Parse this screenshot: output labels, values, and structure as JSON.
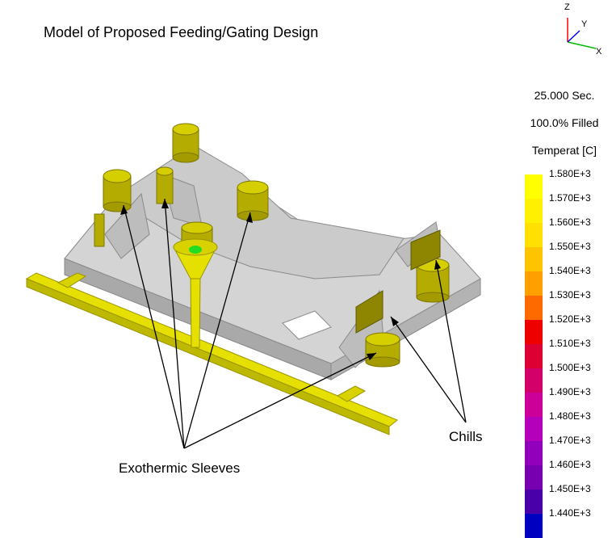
{
  "title": "Model of Proposed Feeding/Gating Design",
  "axes": {
    "z": "Z",
    "y": "Y",
    "x": "X"
  },
  "info": {
    "time": "25.000 Sec.",
    "filled": "100.0% Filled",
    "field": "Temperat [C]"
  },
  "legend": {
    "entries": [
      {
        "value": "1.580E+3",
        "color": "#ffff00"
      },
      {
        "value": "1.570E+3",
        "color": "#fff000"
      },
      {
        "value": "1.560E+3",
        "color": "#ffe000"
      },
      {
        "value": "1.550E+3",
        "color": "#ffc400"
      },
      {
        "value": "1.540E+3",
        "color": "#ffa000"
      },
      {
        "value": "1.530E+3",
        "color": "#ff6a00"
      },
      {
        "value": "1.520E+3",
        "color": "#ee0000"
      },
      {
        "value": "1.510E+3",
        "color": "#dd0033"
      },
      {
        "value": "1.500E+3",
        "color": "#d4006a"
      },
      {
        "value": "1.490E+3",
        "color": "#cc0099"
      },
      {
        "value": "1.480E+3",
        "color": "#b400bb"
      },
      {
        "value": "1.470E+3",
        "color": "#9200bb"
      },
      {
        "value": "1.460E+3",
        "color": "#7700b0"
      },
      {
        "value": "1.450E+3",
        "color": "#4a00a8"
      },
      {
        "value": "1.440E+3",
        "color": "#0000c0"
      }
    ]
  },
  "annotations": {
    "sleeves": "Exothermic Sleeves",
    "chills": "Chills"
  },
  "colors": {
    "casting": "#c9c9c9",
    "sleeve": "#b5ac00",
    "gate": "#e6e000"
  }
}
